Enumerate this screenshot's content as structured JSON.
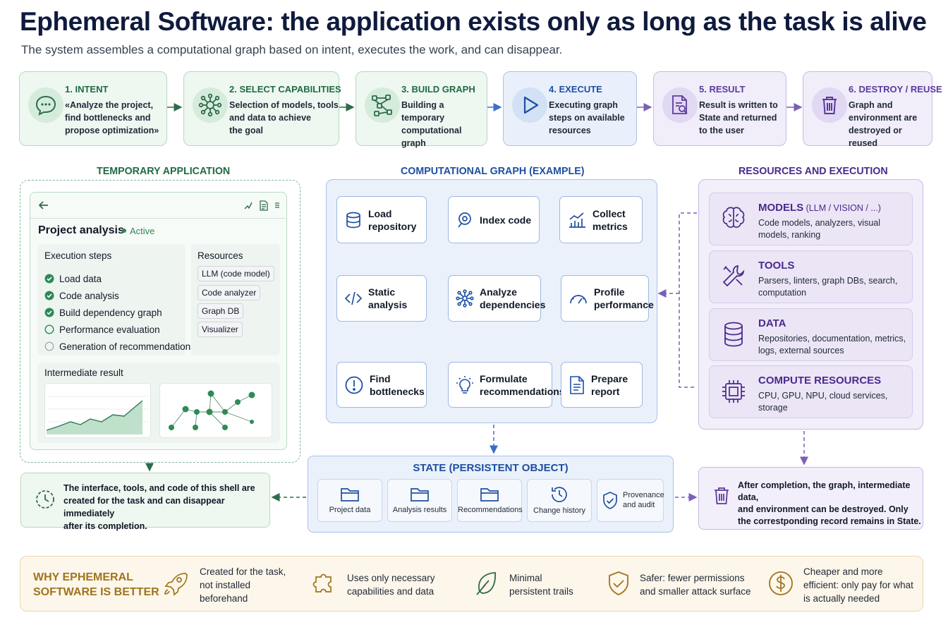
{
  "header": {
    "title": "Ephemeral Software: the application exists only as long as the task is alive",
    "subtitle": "The system assembles a computational graph based on intent, executes the work, and can disappear."
  },
  "steps": [
    {
      "title": "1. INTENT",
      "desc": "«Analyze the project,\nfind bottlenecks and\npropose optimization»",
      "icon": "chat-bubble-icon"
    },
    {
      "title": "2. SELECT CAPABILITIES",
      "desc": "Selection of models, tools\nand data to achieve\nthe goal",
      "icon": "network-hub-icon"
    },
    {
      "title": "3. BUILD GRAPH",
      "desc": "Building a temporary\ncomputational graph",
      "icon": "graph-build-icon"
    },
    {
      "title": "4. EXECUTE",
      "desc": "Executing graph\nsteps on available\nresources",
      "icon": "play-icon"
    },
    {
      "title": "5. RESULT",
      "desc": "Result is written to\nState and returned\nto the user",
      "icon": "document-search-icon"
    },
    {
      "title": "6. DESTROY / REUSE",
      "desc": "Graph and\nenvironment are\ndestroyed or reused",
      "icon": "trash-icon"
    }
  ],
  "temp_app": {
    "heading": "TEMPORARY APPLICATION",
    "project_title": "Project analysis",
    "status": "Active",
    "steps_heading": "Execution steps",
    "steps": [
      {
        "label": "Load data",
        "state": "done"
      },
      {
        "label": "Code analysis",
        "state": "done"
      },
      {
        "label": "Build dependency graph",
        "state": "done"
      },
      {
        "label": "Performance evaluation",
        "state": "pending"
      },
      {
        "label": "Generation of recommendations",
        "state": "idle"
      }
    ],
    "resources_heading": "Resources",
    "resources": [
      "LLM (code model)",
      "Code analyzer",
      "Graph DB",
      "Visualizer"
    ],
    "intermediate_heading": "Intermediate result",
    "note": "The interface, tools, and code of this shell are\ncreated for the task and can disappear immediately\nafter its completion."
  },
  "graph": {
    "heading": "COMPUTATIONAL GRAPH (EXAMPLE)",
    "nodes": {
      "load": "Load\nrepository",
      "index": "Index code",
      "collect": "Collect\nmetrics",
      "static": "Static\nanalysis",
      "analyze": "Analyze\ndependencies",
      "profile": "Profile\nperformance",
      "find": "Find\nbottlenecks",
      "formulate": "Formulate\nrecommendations",
      "prepare": "Prepare\nreport"
    }
  },
  "resources": {
    "heading": "RESOURCES AND EXECUTION",
    "items": [
      {
        "title": "MODELS",
        "suffix": " (LLM / VISION / ...)",
        "desc": "Code models, analyzers, visual\nmodels, ranking"
      },
      {
        "title": "TOOLS",
        "suffix": "",
        "desc": "Parsers, linters, graph DBs, search,\ncomputation"
      },
      {
        "title": "DATA",
        "suffix": "",
        "desc": "Repositories, documentation, metrics,\nlogs, external sources"
      },
      {
        "title": "COMPUTE RESOURCES",
        "suffix": "",
        "desc": "CPU, GPU, NPU, cloud services,\nstorage"
      }
    ],
    "note": "After completion, the graph, intermediate data,\nand environment can be destroyed. Only\nthe correstponding record remains in State."
  },
  "state": {
    "heading": "STATE (PERSISTENT OBJECT)",
    "items": [
      "Project data",
      "Analysis results",
      "Recommendations",
      "Change history",
      "Provenance\nand audit"
    ]
  },
  "benefits": {
    "heading": "WHY EPHEMERAL\nSOFTWARE IS BETTER",
    "items": [
      "Created for the task,\nnot installed\nbeforehand",
      "Uses only necessary\ncapabilities and data",
      "Minimal\npersistent trails",
      "Safer: fewer permissions\nand smaller attack surface",
      "Cheaper and more\nefficient: only pay for what\nis actually needed"
    ]
  },
  "colors": {
    "green": "#1f6b43",
    "blue": "#1e4fa1",
    "purple": "#5b3a9e",
    "gold": "#a0741f"
  }
}
